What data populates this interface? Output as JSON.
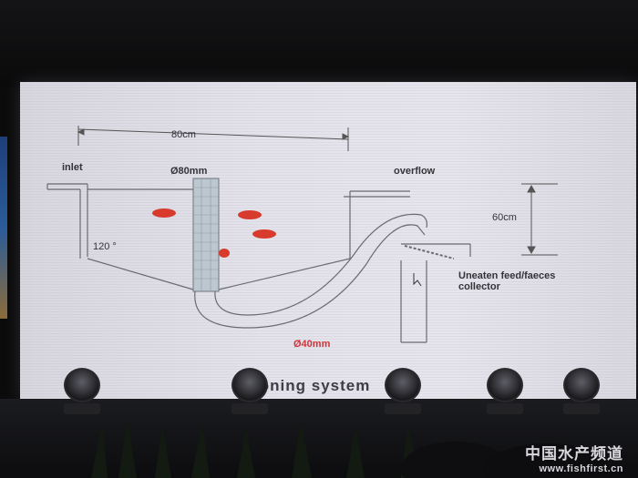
{
  "diagram": {
    "label_width": "80cm",
    "label_inlet": "inlet",
    "label_pipe_diameter": "Ø80mm",
    "label_overflow": "overflow",
    "label_height": "60cm",
    "label_angle": "120 °",
    "label_collector": "Uneaten feed/faeces",
    "label_collector_2": "collector",
    "label_siphon_diameter": "Ø40mm"
  },
  "slide_caption": "phoning system",
  "watermark": {
    "site_name": "中国水产频道",
    "url": "www.fishfirst.cn"
  }
}
